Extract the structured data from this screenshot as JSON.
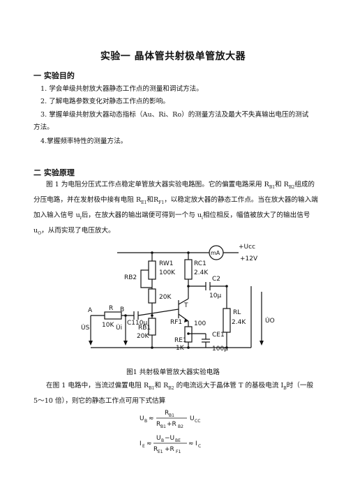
{
  "title": "实验一    晶体管共射极单管放大器",
  "sec1": {
    "heading": "一  实验目的",
    "items": [
      "1.  学会单级共射放大器静态工作点的测量和调试方法。",
      "2.  了解电路参数变化对静态工作点的影响。",
      "3.  掌握单级共射放大器动态指标（Au、Ri、Ro）的测量方法及最大不失真输出电压的测试",
      "方法。",
      "4.掌握频率特性的测量方法。"
    ]
  },
  "sec2": {
    "heading": "二  实验原理",
    "para1": [
      "图 1 为电阻分压式工作点稳定单管放大器实验电路图。它的偏置电路采用 R",
      "B1",
      "和 R",
      "B2",
      "组成的分压电路，并在发射极中接有电阻 R",
      "E1",
      "和R",
      "F1",
      "，以稳定放大器的静态工作点。当在放大器的输入端加入输入信号 u",
      "i",
      "后，在放大器的输出端便可得到一个与 u",
      "i",
      "相位相反，幅值被放大了的输出信号 u",
      "O",
      "，从而实现了电压放大。"
    ],
    "para2": [
      "在图 1 电路中，当流过偏置电阻 R",
      "B1",
      "和 R",
      "B2",
      " 的电流远大于晶体管 T  的基极电流 I",
      "B",
      "时（一般 5～10 倍），则它的静态工作点可用下式估算"
    ]
  },
  "circuit": {
    "ma": "mA",
    "ucc": "+Ucc",
    "v12": "+12V",
    "rw": "RW1",
    "rw_val": "100K",
    "rb2": "RB2",
    "r20k_top": "20K",
    "rc": "RC1",
    "rc_val": "2.4K",
    "c2": "C2",
    "c2_val": "10μ",
    "a": "A",
    "r": "R",
    "b": "B",
    "r10k": "10K",
    "c1": "C1",
    "c1_val": "10μ",
    "t": "T",
    "rb1": "RB1",
    "rb1_val": "20K",
    "rf": "RF1",
    "rf_val": "100",
    "re": "RE1",
    "re_val": "1K",
    "ce": "CE1",
    "ce_val": "100μ",
    "rl": "RL",
    "rl_val": "2.4K",
    "us": "U̇S",
    "ui": "U̇i",
    "uo": "U̇O"
  },
  "caption": "图1    共射极单管放大器实验电路",
  "formulas": {
    "f1_left": "U",
    "f1_left_sub": "B",
    "approx": "≈",
    "f1_num": "R",
    "f1_num_sub": "B1",
    "f1_den": "R",
    "f1_den_sub1": "B1",
    "plus": "+R",
    "f1_den_sub2": "B2",
    "f1_right": "U",
    "f1_right_sub": "CC",
    "f2_left": "I",
    "f2_left_sub": "E",
    "f2_num": "U",
    "f2_num_sub1": "B",
    "minus": "−U",
    "f2_num_sub2": "BE",
    "f2_den": "R",
    "f2_den_sub1": "E1",
    "f2_den_plus": "+R",
    "f2_den_sub2": "F1",
    "f2_right": "I",
    "f2_right_sub": "C"
  }
}
